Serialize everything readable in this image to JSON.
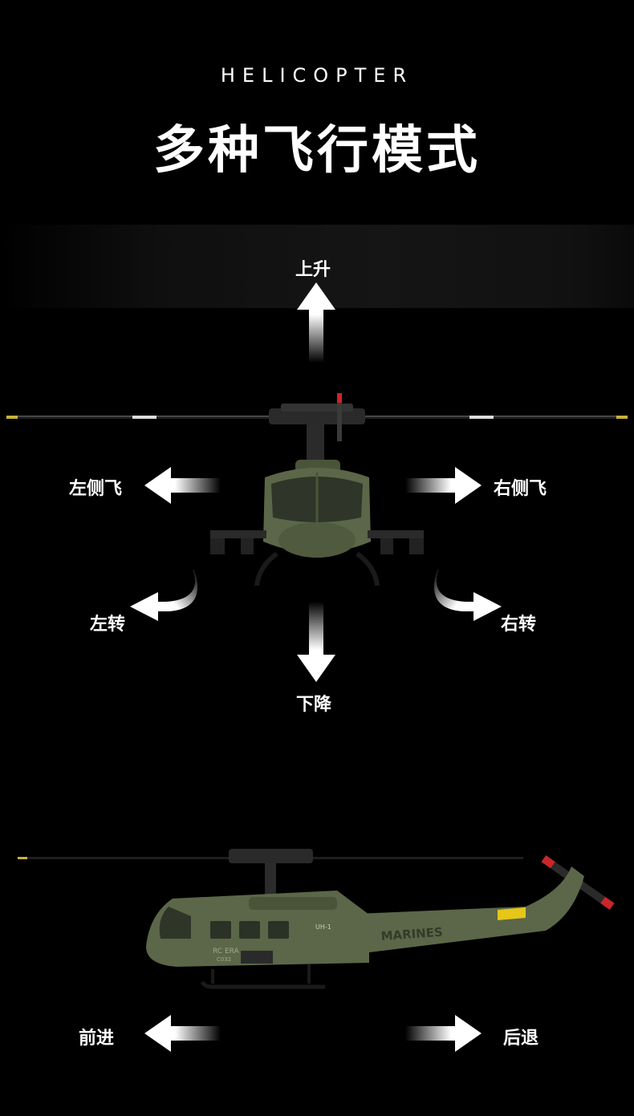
{
  "header": {
    "eyebrow": "HELICOPTER",
    "title": "多种飞行模式"
  },
  "directions": {
    "up": "上升",
    "down": "下降",
    "left_side": "左侧飞",
    "right_side": "右侧飞",
    "left_turn": "左转",
    "right_turn": "右转",
    "forward": "前进",
    "backward": "后退"
  },
  "helicopter_markings": {
    "brand": "RC ERA",
    "model": "C032",
    "type": "UH-1",
    "service": "MARINES"
  },
  "colors": {
    "background": "#000000",
    "text": "#ffffff",
    "body": "#5b6748",
    "accent_red": "#c8262a",
    "accent_yellow": "#e6c619"
  }
}
